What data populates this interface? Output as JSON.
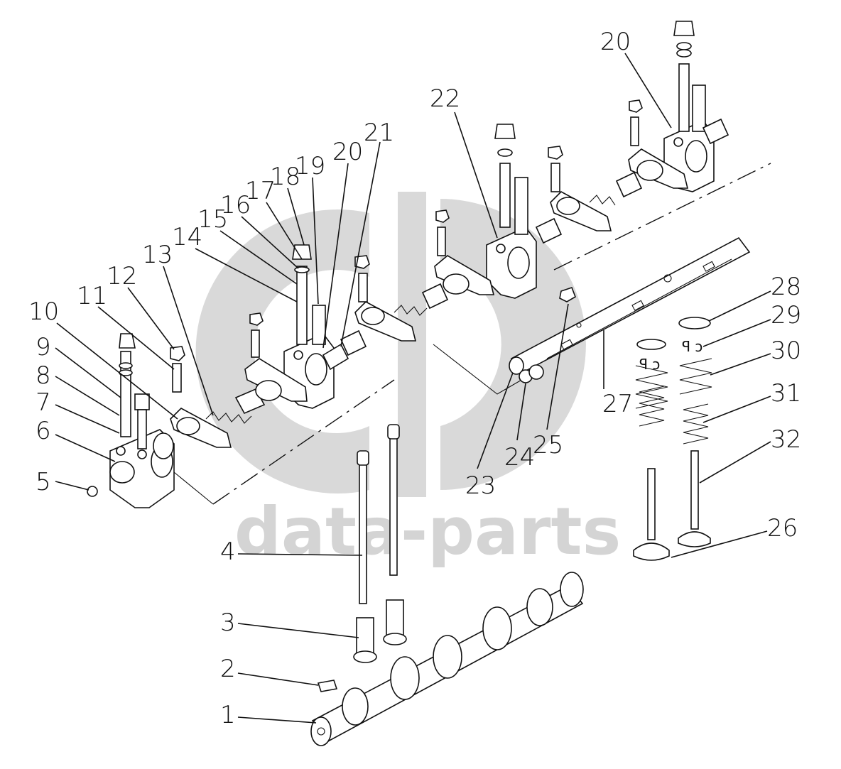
{
  "watermark": {
    "text": "data-parts",
    "color": "#d4d4d4"
  },
  "callouts": [
    "1",
    "2",
    "3",
    "4",
    "5",
    "6",
    "7",
    "8",
    "9",
    "10",
    "11",
    "12",
    "13",
    "14",
    "15",
    "16",
    "17",
    "18",
    "19",
    "20",
    "21",
    "22",
    "20",
    "23",
    "24",
    "25",
    "26",
    "27",
    "28",
    "29",
    "30",
    "31",
    "32"
  ]
}
